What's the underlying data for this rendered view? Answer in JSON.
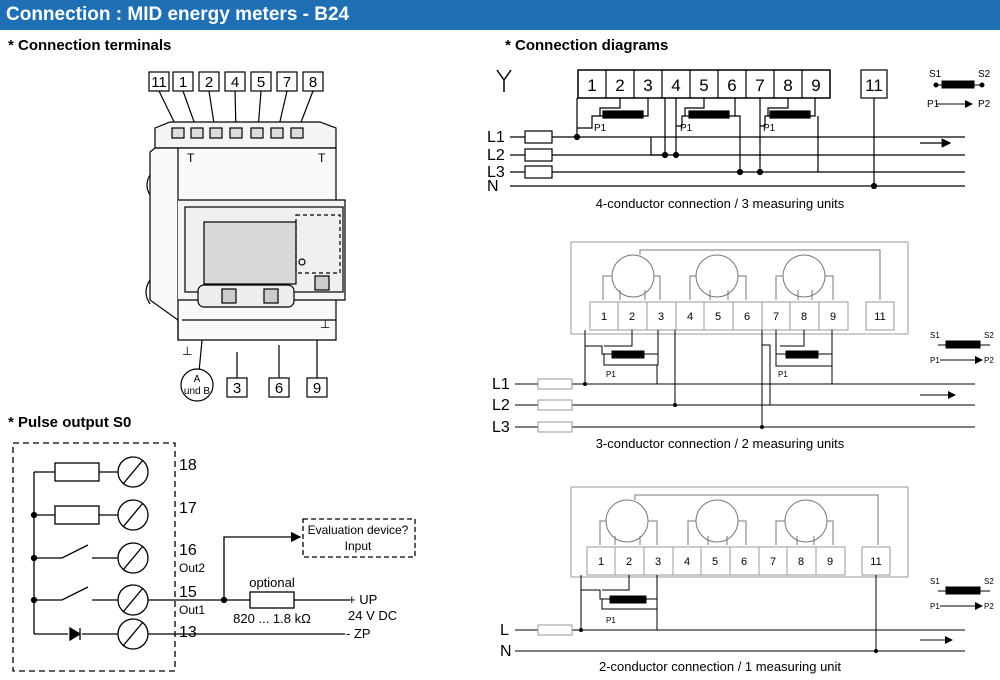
{
  "header": {
    "title": "Connection : MID energy meters - B24"
  },
  "sections": {
    "terminals": "* Connection terminals",
    "diagrams": "* Connection diagrams",
    "pulse": "* Pulse output S0"
  },
  "terminals": {
    "top_labels": [
      "11",
      "1",
      "2",
      "4",
      "5",
      "7",
      "8"
    ],
    "bottom_labels": [
      "3",
      "6",
      "9"
    ],
    "ab_line1": "A",
    "ab_line2": "und B"
  },
  "pulse": {
    "terminals": [
      "18",
      "17",
      "16",
      "15",
      "13"
    ],
    "out2": "Out2",
    "out1": "Out1",
    "eval_line1": "Evaluation device?",
    "eval_line2": "Input",
    "optional": "optional",
    "resistor": "820 ... 1.8 kΩ",
    "up": "+ UP",
    "dc": "24 V DC",
    "zp": "- ZP"
  },
  "diagram1": {
    "terminals": [
      "1",
      "2",
      "3",
      "4",
      "5",
      "6",
      "7",
      "8",
      "9"
    ],
    "neutral_terminal": "11",
    "lines": [
      "L1",
      "L2",
      "L3",
      "N"
    ],
    "p1": "P1",
    "caption": "4-conductor connection / 3 measuring units"
  },
  "diagram2": {
    "terminals": [
      "1",
      "2",
      "3",
      "4",
      "5",
      "6",
      "7",
      "8",
      "9"
    ],
    "neutral_terminal": "11",
    "lines": [
      "L1",
      "L2",
      "L3"
    ],
    "p1": "P1",
    "caption": "3-conductor connection / 2 measuring units"
  },
  "diagram3": {
    "terminals": [
      "1",
      "2",
      "3",
      "4",
      "5",
      "6",
      "7",
      "8",
      "9"
    ],
    "neutral_terminal": "11",
    "lines": [
      "L",
      "N"
    ],
    "p1": "P1",
    "caption": "2-conductor connection / 1 measuring unit"
  },
  "legend": {
    "s1": "S1",
    "s2": "S2",
    "p1": "P1",
    "p2": "P2"
  }
}
